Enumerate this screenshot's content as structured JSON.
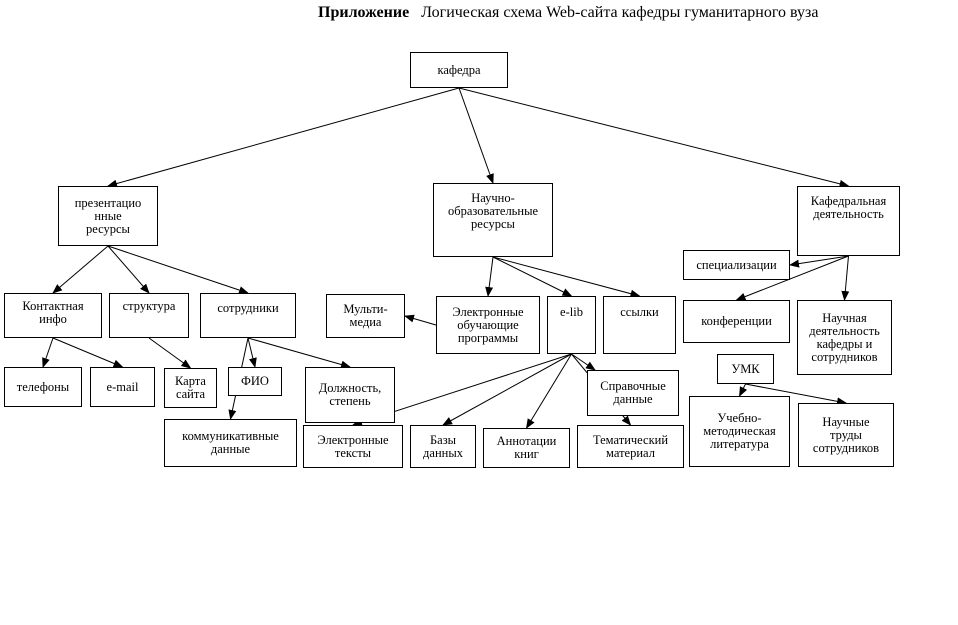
{
  "title": {
    "prefix": "Приложение",
    "text": "Логическая схема Web-сайта кафедры гуманитарного вуза"
  },
  "nodes": {
    "kafedra": "кафедра",
    "presentation": "презентацио\nнные\nресурсы",
    "scientific_edu": "Научно-\nобразовательные\nресурсы",
    "department_activity": "Кафедральная\nдеятельность",
    "contact": "Контактная\nинфо",
    "structure": "структура",
    "staff": "сотрудники",
    "phones": "телефоны",
    "email": "e-mail",
    "sitemap": "Карта\nсайта",
    "fio": "ФИО",
    "position": "Должность,\nстепень",
    "communicative": "коммуникативные\nданные",
    "multimedia": "Мульти-\nмедиа",
    "e_programs": "Электронные\nобучающие\nпрограммы",
    "elib": "e-lib",
    "links": "ссылки",
    "reference": "Справочные\nданные",
    "e_texts": "Электронные\nтексты",
    "databases": "Базы\nданных",
    "annotations": "Аннотации\nкниг",
    "thematic": "Тематический\nматериал",
    "specializations": "специализации",
    "conferences": "конференции",
    "research": "Научная\nдеятельность\nкафедры и\nсотрудников",
    "umk": "УМК",
    "teaching_lit": "Учебно-\nметодическая\nлитература",
    "scientific_works": "Научные\nтруды\nсотрудников"
  },
  "edges": [
    [
      "kafedra",
      "presentation"
    ],
    [
      "kafedra",
      "scientific_edu"
    ],
    [
      "kafedra",
      "department_activity"
    ],
    [
      "presentation",
      "contact"
    ],
    [
      "presentation",
      "structure"
    ],
    [
      "presentation",
      "staff"
    ],
    [
      "contact",
      "phones"
    ],
    [
      "contact",
      "email"
    ],
    [
      "structure",
      "sitemap"
    ],
    [
      "staff",
      "fio"
    ],
    [
      "staff",
      "position"
    ],
    [
      "staff",
      "communicative"
    ],
    [
      "scientific_edu",
      "e_programs"
    ],
    [
      "scientific_edu",
      "elib"
    ],
    [
      "scientific_edu",
      "links"
    ],
    [
      "e_programs",
      "multimedia"
    ],
    [
      "elib",
      "e_texts"
    ],
    [
      "elib",
      "databases"
    ],
    [
      "elib",
      "annotations"
    ],
    [
      "elib",
      "thematic"
    ],
    [
      "elib",
      "reference"
    ],
    [
      "department_activity",
      "specializations"
    ],
    [
      "department_activity",
      "conferences"
    ],
    [
      "department_activity",
      "research"
    ],
    [
      "umk",
      "teaching_lit"
    ],
    [
      "umk",
      "scientific_works"
    ]
  ]
}
